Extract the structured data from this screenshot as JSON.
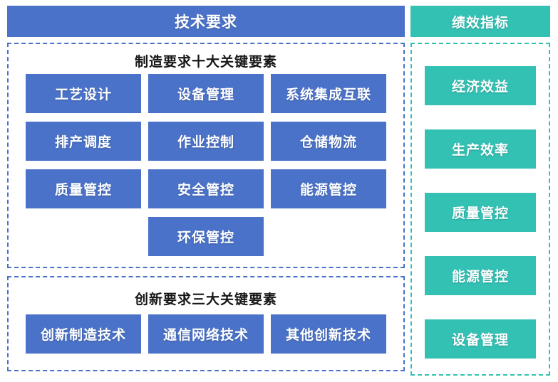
{
  "colors": {
    "blue": "#4a72c8",
    "green": "#33c1b4",
    "text_dark": "#171717",
    "text_light": "#ffffff",
    "background": "#ffffff"
  },
  "left_column": {
    "banner_label": "技术要求",
    "sections": [
      {
        "title": "制造要求十大关键要素",
        "items": [
          "工艺设计",
          "设备管理",
          "系统集成互联",
          "排产调度",
          "作业控制",
          "仓储物流",
          "质量管控",
          "安全管控",
          "能源管控",
          "环保管控"
        ]
      },
      {
        "title": "创新要求三大关键要素",
        "items": [
          "创新制造技术",
          "通信网络技术",
          "其他创新技术"
        ]
      }
    ]
  },
  "right_column": {
    "banner_label": "绩效指标",
    "items": [
      "经济效益",
      "生产效率",
      "质量管控",
      "能源管控",
      "设备管理"
    ]
  }
}
